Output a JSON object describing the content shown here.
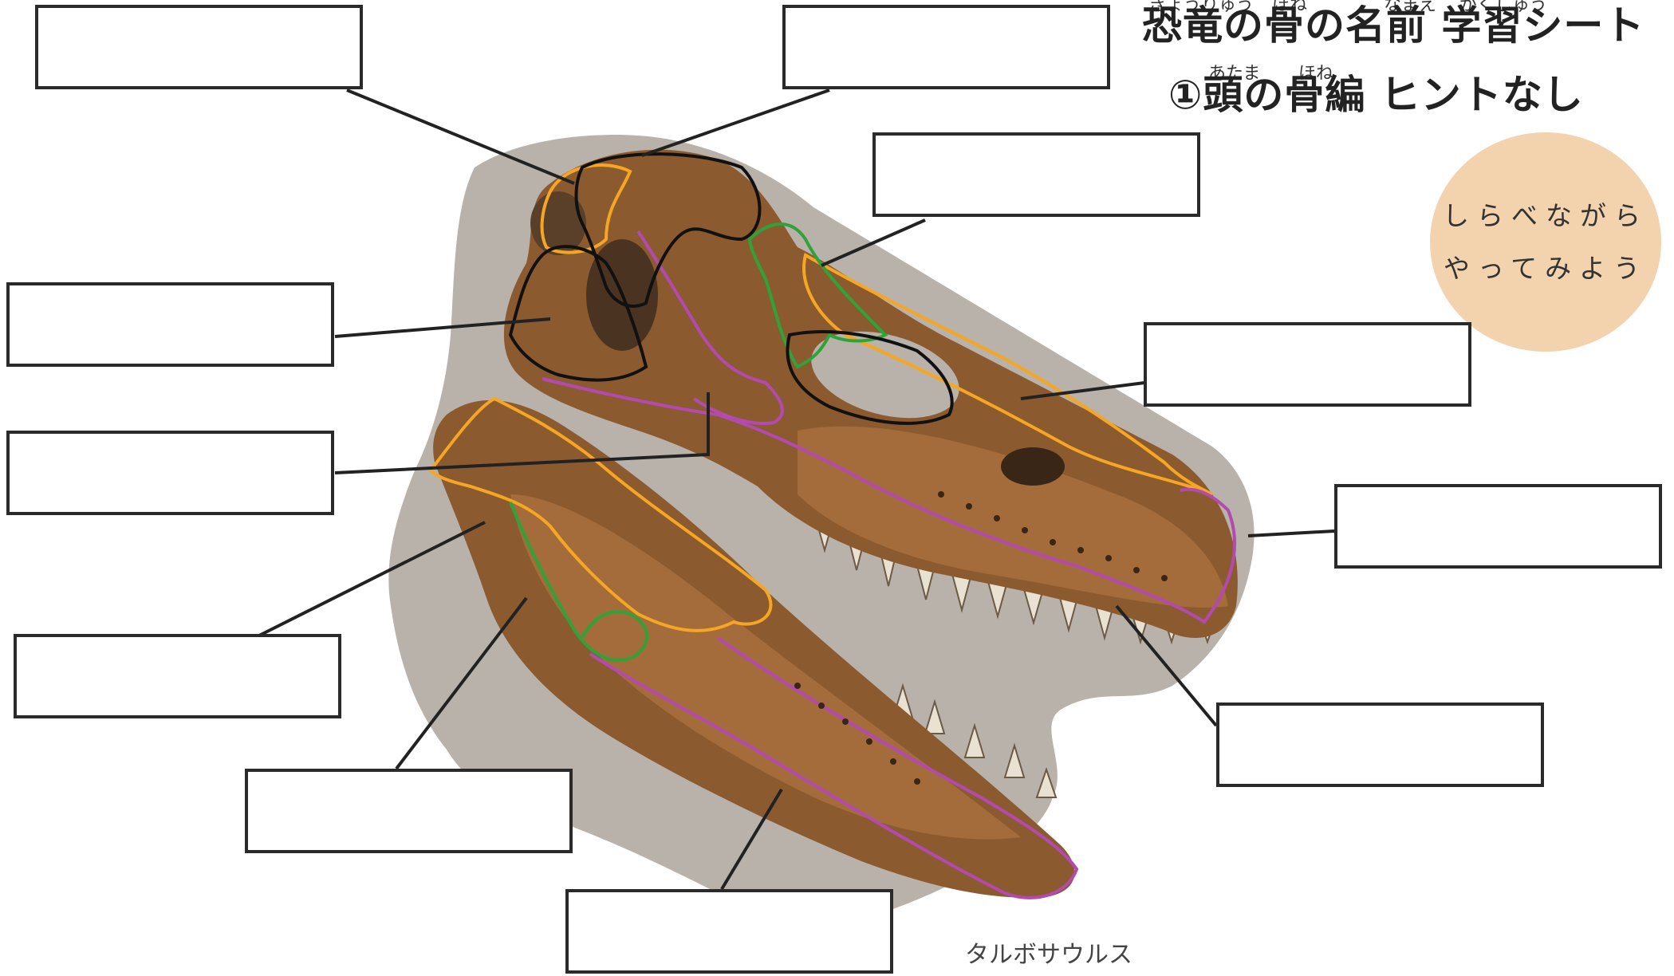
{
  "sheet": {
    "title": "恐竜の骨の名前 学習シート",
    "subtitle": "①頭の骨編 ヒントなし",
    "ruby": {
      "kyoryu": "きょうりゅう",
      "hone": "ほね",
      "namae": "なまえ",
      "gakushu": "がくしゅう",
      "atama": "あたま",
      "hone2": "ほね"
    },
    "hint_line1": "しらべながら",
    "hint_line2": "やってみよう",
    "caption": "タルボサウルス"
  },
  "colors": {
    "bone": "#8c5a2f",
    "bone_light": "#b98252",
    "backdrop": "#b9b2aa",
    "outline_orange": "#f5a623",
    "outline_purple": "#b24ab0",
    "outline_green": "#2fa33a",
    "outline_black": "#111111",
    "bubble": "#f2d3ae"
  },
  "label_boxes": [
    {
      "id": "box-1",
      "answer": ""
    },
    {
      "id": "box-2",
      "answer": ""
    },
    {
      "id": "box-3",
      "answer": ""
    },
    {
      "id": "box-4",
      "answer": ""
    },
    {
      "id": "box-5",
      "answer": ""
    },
    {
      "id": "box-6",
      "answer": ""
    },
    {
      "id": "box-7",
      "answer": ""
    },
    {
      "id": "box-8",
      "answer": ""
    },
    {
      "id": "box-9",
      "answer": ""
    },
    {
      "id": "box-10",
      "answer": ""
    },
    {
      "id": "box-11",
      "answer": ""
    },
    {
      "id": "box-12",
      "answer": ""
    }
  ]
}
